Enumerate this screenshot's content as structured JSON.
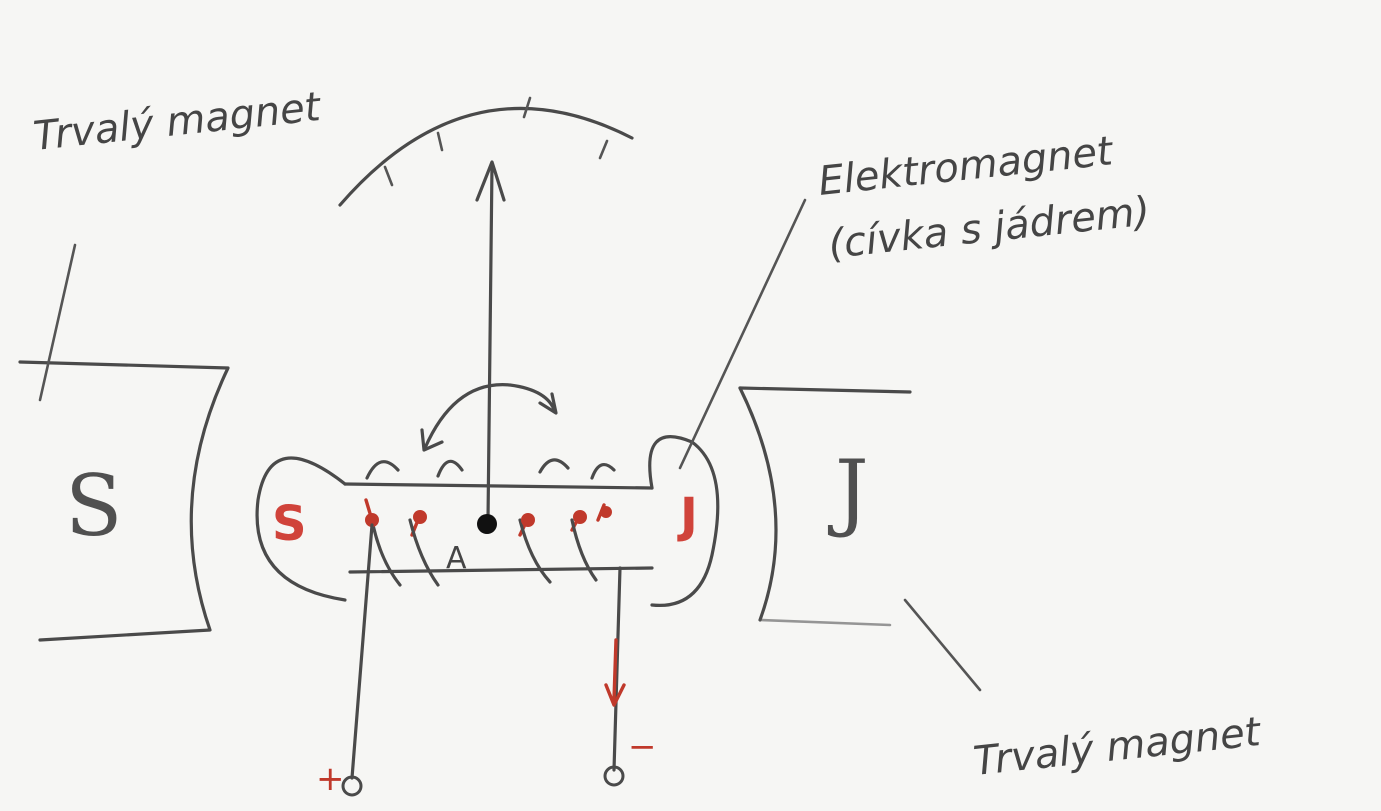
{
  "labels": {
    "top_left": "Trvalý magnet",
    "bottom_right": "Trvalý magnet",
    "electromagnet_line1": "Elektromagnet",
    "electromagnet_line2": "(cívka s jádrem)"
  },
  "poles": {
    "left_magnet": "S",
    "right_magnet": "J",
    "left_core": "S",
    "right_core": "J"
  },
  "terminals": {
    "positive": "+",
    "negative": "−"
  },
  "pivot_label": "A",
  "colors": {
    "ink": "#4a4a4a",
    "red_ink": "#c0392b",
    "paper": "#f6f6f4"
  }
}
